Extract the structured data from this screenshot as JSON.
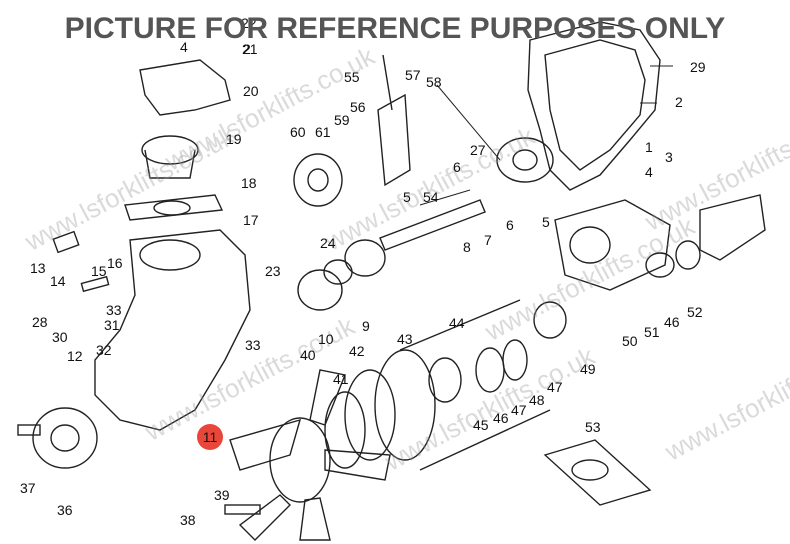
{
  "banner": "PICTURE FOR REFERENCE PURPOSES ONLY",
  "watermark": "www.lsforklifts.co.uk",
  "highlight": {
    "label": "11",
    "color": "#e8463a"
  },
  "labels": [
    "1",
    "2",
    "2",
    "3",
    "4",
    "4",
    "5",
    "5",
    "6",
    "6",
    "7",
    "8",
    "9",
    "10",
    "12",
    "13",
    "14",
    "15",
    "16",
    "17",
    "18",
    "19",
    "20",
    "21",
    "22",
    "23",
    "24",
    "27",
    "28",
    "29",
    "30",
    "31",
    "32",
    "33",
    "33",
    "36",
    "37",
    "38",
    "39",
    "40",
    "41",
    "42",
    "43",
    "44",
    "45",
    "46",
    "46",
    "47",
    "47",
    "48",
    "49",
    "50",
    "51",
    "52",
    "53",
    "54",
    "55",
    "56",
    "57",
    "58",
    "59",
    "60",
    "61"
  ]
}
